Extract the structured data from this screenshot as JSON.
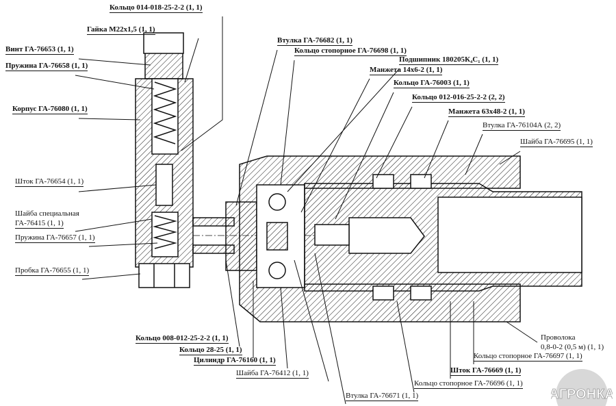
{
  "diagram": {
    "labels": {
      "ring_014": "Кольцо 014-018-25-2-2 (1, 1)",
      "nut": "Гайка М22х1,5 (1, 1)",
      "screw": "Винт ГА-76653 (1, 1)",
      "spring_58": "Пружина ГА-76658 (1, 1)",
      "body": "Корпус ГА-76080 (1, 1)",
      "rod_54": "Шток ГА-76654 (1, 1)",
      "washer_special_1": "Шайба специальная",
      "washer_special_2": "ГА-76415 (1, 1)",
      "spring_57": "Пружина ГА-76657 (1, 1)",
      "plug": "Пробка ГА-76655 (1, 1)",
      "bushing_82": "Втулка ГА-76682 (1, 1)",
      "retainer_98": "Кольцо стопорное ГА-76698 (1, 1)",
      "bearing": "Подшипник 180205К₄С₁ (1, 1)",
      "seal_14": "Манжета 14х6-2 (1, 1)",
      "ring_003": "Кольцо ГА-76003 (1, 1)",
      "ring_012": "Кольцо 012-016-25-2-2 (2, 2)",
      "seal_63": "Манжета 63х48-2 (1, 1)",
      "bushing_104": "Втулка ГА-76104А (2, 2)",
      "washer_95": "Шайба ГА-76695 (1, 1)",
      "wire_1": "Проволока",
      "wire_2": "0,8-0-2 (0,5 м) (1, 1)",
      "retainer_97": "Кольцо стопорное ГА-76697 (1, 1)",
      "rod_69": "Шток ГА-76669 (1, 1)",
      "retainer_96": "Кольцо стопорное ГА-76696 (1, 1)",
      "bushing_71": "Втулка ГА-76671 (1, 1)",
      "washer_12": "Шайба ГА-76412 (1, 1)",
      "cylinder": "Цилиндр ГА-76160 (1, 1)",
      "ring_28": "Кольцо 28-25 (1, 1)",
      "ring_008": "Кольцо 008-012-25-2-2 (1, 1)"
    },
    "logo_text": "АГРОНКА",
    "colors": {
      "line": "#111111",
      "logo": "#9a9a9a"
    }
  }
}
